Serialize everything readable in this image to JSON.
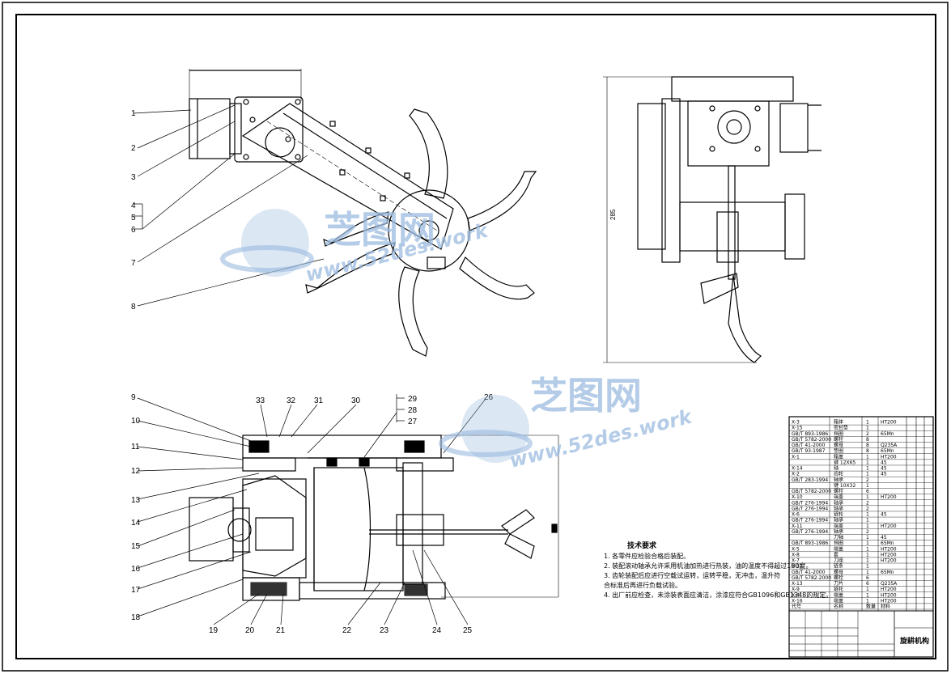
{
  "part_labels": [
    "1",
    "2",
    "3",
    "4",
    "5",
    "6",
    "7",
    "8",
    "9",
    "10",
    "11",
    "12",
    "13",
    "14",
    "15",
    "16",
    "17",
    "18",
    "19",
    "20",
    "21",
    "22",
    "23",
    "24",
    "25",
    "26",
    "27",
    "28",
    "29",
    "30",
    "31",
    "32",
    "33"
  ],
  "dimension_side_view": "285",
  "watermark": {
    "cn": "芝图网",
    "en": "www.52des.work"
  },
  "tech_notes": {
    "title": "技术要求",
    "lines": [
      "1. 各零件应检验合格后装配。",
      "2. 装配滚动轴承允许采用机油加热进行热装，油的温度不得超过100度。",
      "3. 齿轮装配后应进行空载试运转，运转平稳，无冲击，温升符",
      "   合标准后再进行负载试验。",
      "4. 出厂前应检查，未涂装表面应清洁，涂漆应符合GB1096和GB1348的规定。"
    ]
  },
  "title_block": {
    "drawing_name": "旋耕机构",
    "rows": [
      {
        "code": "X-3",
        "name": "箱体",
        "qty": "1",
        "mat": "HT200"
      },
      {
        "code": "X-15",
        "name": "密封垫",
        "qty": "1",
        "mat": ""
      },
      {
        "code": "GB/T 893-1986",
        "name": "挡圈",
        "qty": "2",
        "mat": "65Mn"
      },
      {
        "code": "GB/T 5782-2000",
        "name": "螺栓",
        "qty": "8",
        "mat": ""
      },
      {
        "code": "GB/T 41-2000",
        "name": "螺母",
        "qty": "8",
        "mat": "Q235A"
      },
      {
        "code": "GB/T 93-1987",
        "name": "垫圈",
        "qty": "8",
        "mat": "65Mn"
      },
      {
        "code": "X-1",
        "name": "箱盖",
        "qty": "1",
        "mat": "HT200"
      },
      {
        "code": "",
        "name": "键 12X65",
        "qty": "1",
        "mat": "45"
      },
      {
        "code": "X-14",
        "name": "轴",
        "qty": "1",
        "mat": "45"
      },
      {
        "code": "X-2",
        "name": "齿轮",
        "qty": "1",
        "mat": "45"
      },
      {
        "code": "GB/T 283-1994",
        "name": "轴承",
        "qty": "2",
        "mat": ""
      },
      {
        "code": "",
        "name": "键 10X32",
        "qty": "1",
        "mat": ""
      },
      {
        "code": "GB/T 5782-2000",
        "name": "螺栓",
        "qty": "6",
        "mat": ""
      },
      {
        "code": "X-10",
        "name": "端盖",
        "qty": "1",
        "mat": "HT200"
      },
      {
        "code": "GB/T 276-1994",
        "name": "轴承",
        "qty": "2",
        "mat": ""
      },
      {
        "code": "GB/T 276-1994",
        "name": "轴承",
        "qty": "2",
        "mat": ""
      },
      {
        "code": "X-6",
        "name": "链轮",
        "qty": "1",
        "mat": "45"
      },
      {
        "code": "GB/T 276-1994",
        "name": "轴承",
        "qty": "1",
        "mat": ""
      },
      {
        "code": "X-11",
        "name": "端盖",
        "qty": "1",
        "mat": "HT200"
      },
      {
        "code": "GB/T 276-1994",
        "name": "轴承",
        "qty": "2",
        "mat": ""
      },
      {
        "code": "",
        "name": "刀轴",
        "qty": "1",
        "mat": "45"
      },
      {
        "code": "GB/T 893-1986",
        "name": "挡圈",
        "qty": "1",
        "mat": "65Mn"
      },
      {
        "code": "X-5",
        "name": "端盖",
        "qty": "1",
        "mat": "HT200"
      },
      {
        "code": "X-8",
        "name": "套",
        "qty": "1",
        "mat": "HT200"
      },
      {
        "code": "X-7",
        "name": "刀座",
        "qty": "1",
        "mat": "HT200"
      },
      {
        "code": "X-12",
        "name": "链条",
        "qty": "1",
        "mat": ""
      },
      {
        "code": "GB/T 41-2000",
        "name": "螺母",
        "qty": "1",
        "mat": "65Mn"
      },
      {
        "code": "GB/T 5782-2000",
        "name": "螺栓",
        "qty": "6",
        "mat": ""
      },
      {
        "code": "X-13",
        "name": "刀片",
        "qty": "6",
        "mat": "Q235A"
      },
      {
        "code": "X-9",
        "name": "链轮",
        "qty": "1",
        "mat": "HT200"
      },
      {
        "code": "X-4",
        "name": "端盖",
        "qty": "1",
        "mat": "HT200"
      },
      {
        "code": "X-16",
        "name": "端盖",
        "qty": "1",
        "mat": "HT200"
      },
      {
        "code": "代号",
        "name": "名称",
        "qty": "数量",
        "mat": "材料"
      }
    ]
  },
  "colors": {
    "line": "#000000",
    "watermark": "#9bbbe0",
    "paper": "#ffffff"
  }
}
